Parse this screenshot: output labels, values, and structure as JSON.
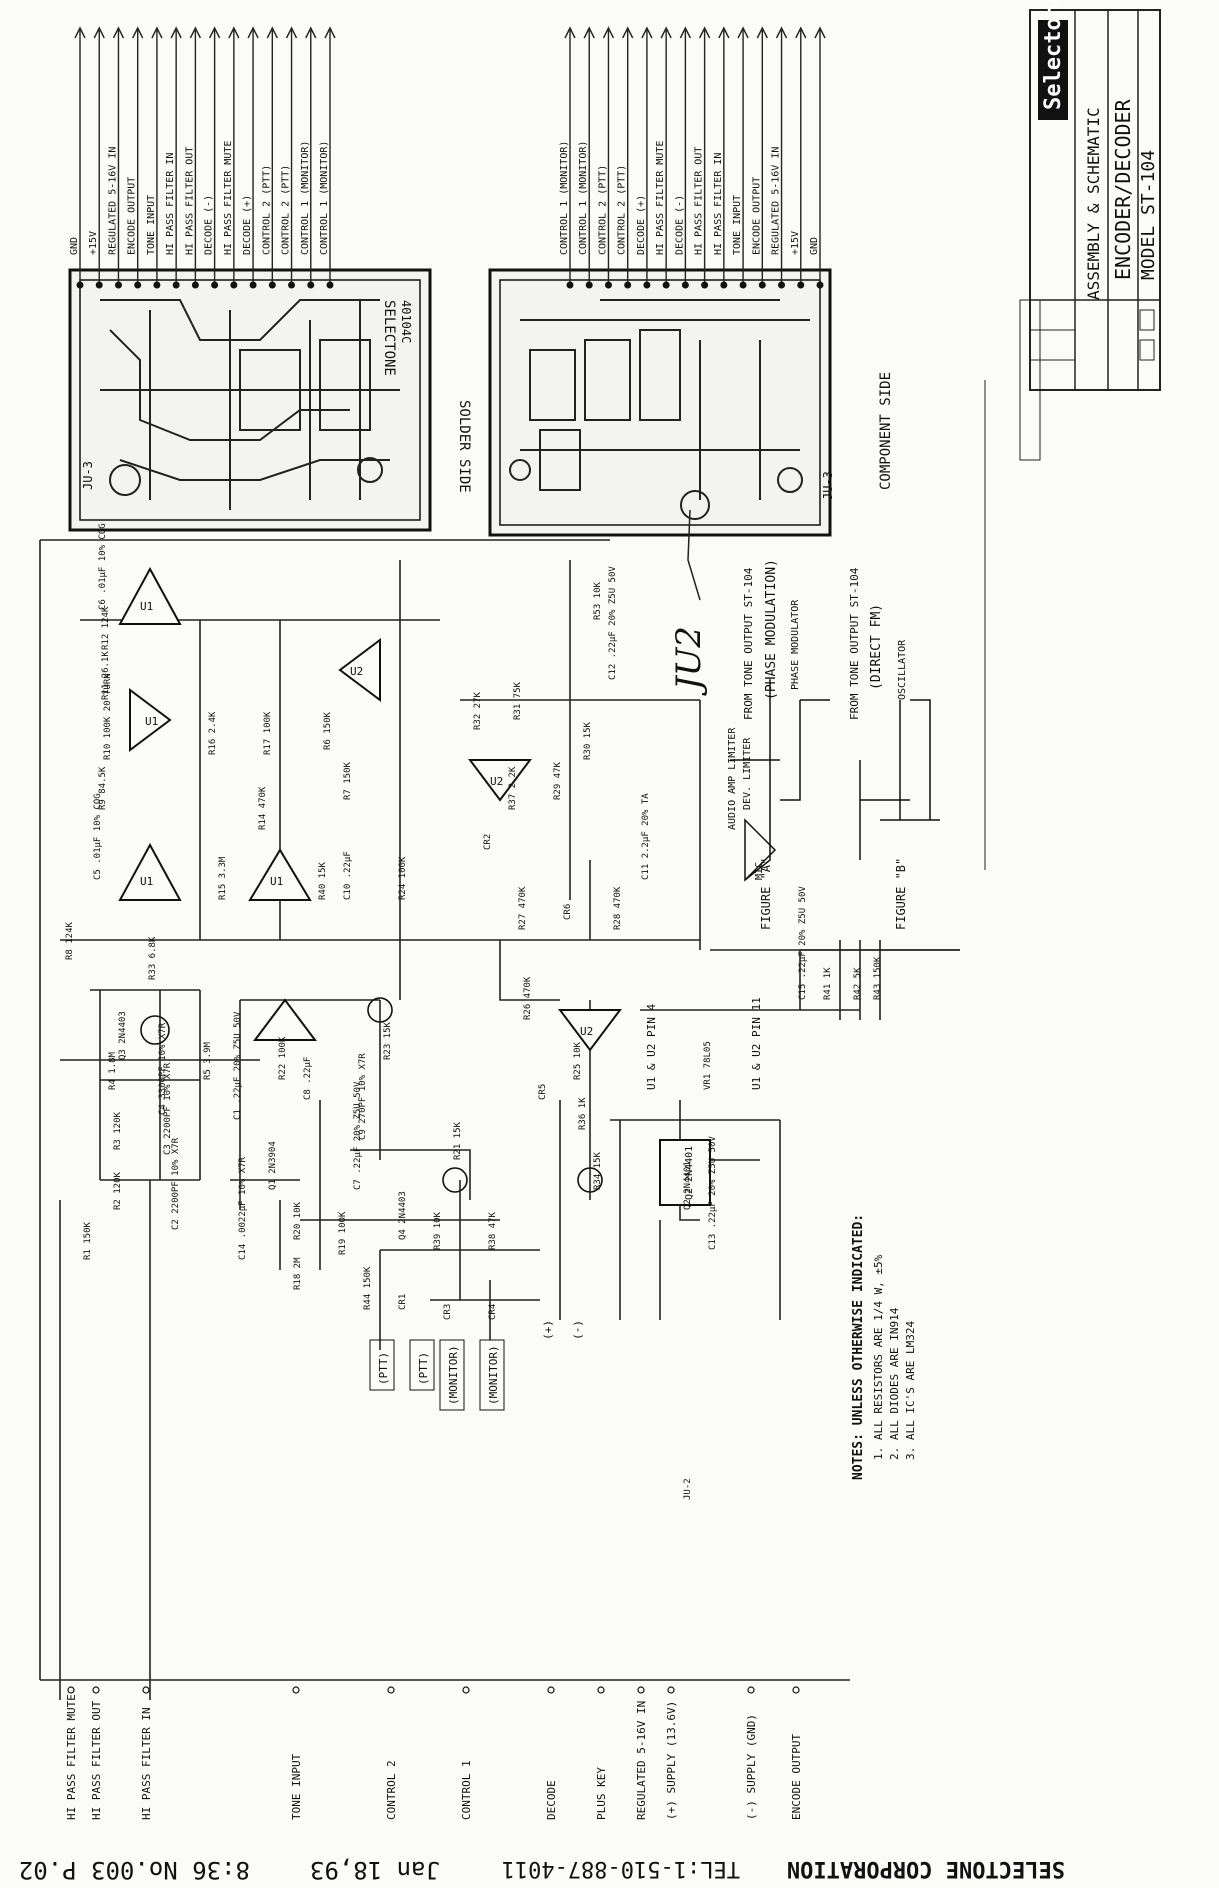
{
  "title_block": {
    "logo": "Selectone",
    "line1": "ASSEMBLY & SCHEMATIC",
    "line2": "ENCODER/DECODER",
    "line3": "MODEL ST-104"
  },
  "fax_header": {
    "company": "SELECTONE CORPORATION",
    "tel": "TEL:1-510-887-4011",
    "date": "Jan 18,93",
    "time_page": "8:36 No.003 P.02"
  },
  "board_views": {
    "solder_label": "SOLDER SIDE",
    "component_label": "COMPONENT SIDE",
    "board_id": "40104C",
    "board_text": "SELECTONE",
    "handwritten": "JU2",
    "jumper_labels": [
      "JU-3",
      "JU-3"
    ]
  },
  "solder_pins": [
    "GND",
    "+15V",
    "REGULATED 5-16V IN",
    "ENCODE OUTPUT",
    "TONE INPUT",
    "HI PASS FILTER IN",
    "HI PASS FILTER OUT",
    "DECODE (-)",
    "HI PASS FILTER MUTE",
    "DECODE (+)",
    "CONTROL 2 (PTT)",
    "CONTROL 2 (PTT)",
    "CONTROL 1 (MONITOR)",
    "CONTROL 1 (MONITOR)"
  ],
  "component_pins": [
    "CONTROL 1 (MONITOR)",
    "CONTROL 1 (MONITOR)",
    "CONTROL 2 (PTT)",
    "CONTROL 2 (PTT)",
    "DECODE (+)",
    "HI PASS FILTER MUTE",
    "DECODE (-)",
    "HI PASS FILTER OUT",
    "HI PASS FILTER IN",
    "TONE INPUT",
    "ENCODE OUTPUT",
    "REGULATED 5-16V IN",
    "+15V",
    "GND"
  ],
  "left_io": [
    "HI PASS FILTER MUTE",
    "HI PASS FILTER OUT",
    "HI PASS FILTER IN",
    "TONE INPUT",
    "CONTROL 2",
    "CONTROL 1",
    "DECODE",
    "PLUS KEY",
    "REGULATED 5-16V IN",
    "(+) SUPPLY (13.6V)",
    "(-) SUPPLY (GND)",
    "ENCODE OUTPUT"
  ],
  "io_tags": [
    "(PTT)",
    "(PTT)",
    "(MONITOR)",
    "(MONITOR)",
    "(+)",
    "(-)"
  ],
  "components": [
    "R8 124K",
    "C5 .01µF 10% COG",
    "R9 84.5K",
    "R10 100K 20 TURN",
    "R11 26.1K",
    "R12 124K",
    "C6 .01µF 10% COG",
    "R53 10K",
    "C12 .22µF 20% Z5U 50V",
    "R32 27K",
    "R31 75K",
    "R30 15K",
    "R29 47K",
    "R37 2.2K",
    "C11 2.2µF 20% TA",
    "R27 470K",
    "R28 470K",
    "R26 470K",
    "R24 100K",
    "R15 3.3M",
    "R14 470K",
    "R17 100K",
    "R16 2.4K",
    "R40 15K",
    "C10 .22µF",
    "R6 150K",
    "R7 150K",
    "R33 6.8K",
    "Q3 2N4403",
    "R5 3.9M",
    "R4 1.8M",
    "C4 3300PF 10% X7R",
    "R3 120K",
    "C3 2200PF 10% X7R",
    "R2 120K",
    "C2 2200PF 10% X7R",
    "R1 150K",
    "C1 .22µF 20% Z5U 50V",
    "C8 .22µF",
    "R22 100K",
    "C9 270PF 10% X7R",
    "R23 15K",
    "Q1 2N3904",
    "R20 10K",
    "R19 100K",
    "C14 .0022µF 10% X7R",
    "R18 2M",
    "C7 .22µF 20% Z5U 50V",
    "R21 15K",
    "Q4 2N4403",
    "R39 10K",
    "R38 47K",
    "R25 10K",
    "R36 1K",
    "R34 15K",
    "Q2 2N4401",
    "VR1 78L05",
    "C13 .22µF 20% Z5U 50V",
    "C15 .22µF 20% Z5U 50V",
    "R41 1K",
    "R42 5K",
    "R43 150K",
    "R44 150K",
    "CR1",
    "CR2",
    "CR3",
    "CR4",
    "CR5",
    "CR6",
    "JU-2"
  ],
  "opamps": [
    "U1",
    "U1",
    "U1",
    "U1",
    "U2",
    "U2",
    "U2"
  ],
  "notes_to_pins": [
    "U1 & U2 PIN 4",
    "U1 & U2 PIN 11"
  ],
  "figures": {
    "a_title": "FIGURE \"A\"",
    "a_mod": "(PHASE MODULATION)",
    "a_from": "FROM TONE OUTPUT ST-104",
    "a_labels": [
      "AUDIO AMP LIMITER",
      "DEV. LIMITER",
      "PHASE MODULATOR",
      "MIC"
    ],
    "b_title": "FIGURE \"B\"",
    "b_mod": "(DIRECT FM)",
    "b_from": "FROM TONE OUTPUT ST-104",
    "b_labels": [
      "OSCILLATOR"
    ]
  },
  "notes": {
    "header": "NOTES: UNLESS OTHERWISE INDICATED:",
    "items": [
      "1. ALL RESISTORS ARE 1/4 W, ±5%",
      "2. ALL DIODES ARE IN914",
      "3. ALL IC'S ARE LM324"
    ]
  }
}
